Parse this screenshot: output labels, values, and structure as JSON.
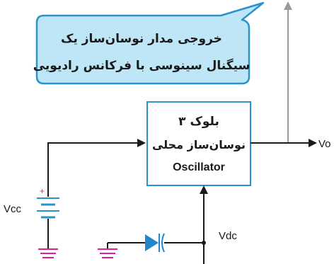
{
  "callout": {
    "line1": "خروجی مدار نوسان‌ساز یک",
    "line2": "سیگنال سینوسی با فرکانس رادیویی"
  },
  "block": {
    "title": "بلوک ۳",
    "subtitle": "نوسان‌ساز محلی",
    "name": "Oscillator"
  },
  "labels": {
    "vo": "Vo",
    "vcc": "Vcc",
    "vdc": "Vdc",
    "plus": "+"
  },
  "colors": {
    "callout_fill": "#bfe6f6",
    "callout_stroke": "#2a93c9",
    "block_stroke": "#2a93c9",
    "wire": "#1a1a1a",
    "ground": "#e0218a",
    "arrow_gray": "#9a9a9a",
    "diode": "#1e88c8",
    "vcc_plus": "#e0218a"
  }
}
